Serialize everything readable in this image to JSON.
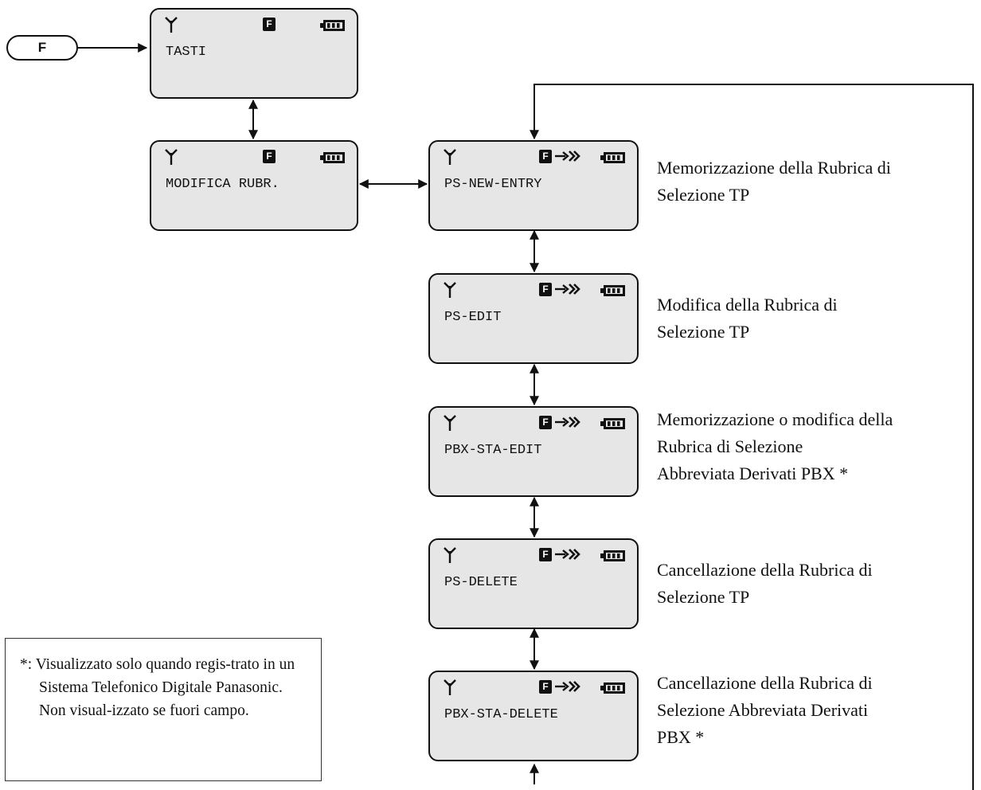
{
  "f_key": {
    "label": "F"
  },
  "screens": {
    "tasti": {
      "text": "TASTI",
      "f": "F"
    },
    "modifica_rubr": {
      "text": "MODIFICA RUBR.",
      "f": "F"
    },
    "ps_new_entry": {
      "text": "PS-NEW-ENTRY",
      "f": "F"
    },
    "ps_edit": {
      "text": "PS-EDIT",
      "f": "F"
    },
    "pbx_sta_edit": {
      "text": "PBX-STA-EDIT",
      "f": "F"
    },
    "ps_delete": {
      "text": "PS-DELETE",
      "f": "F"
    },
    "pbx_sta_delete": {
      "text": "PBX-STA-DELETE",
      "f": "F"
    }
  },
  "descriptions": {
    "ps_new_entry": {
      "lines": [
        "Memorizzazione della Rubrica di",
        "Selezione TP"
      ]
    },
    "ps_edit": {
      "lines": [
        "Modifica della Rubrica di",
        "Selezione TP"
      ]
    },
    "pbx_sta_edit": {
      "lines": [
        "Memorizzazione o modifica della",
        "Rubrica di Selezione",
        "Abbreviata Derivati PBX *"
      ]
    },
    "ps_delete": {
      "lines": [
        "Cancellazione della Rubrica di",
        "Selezione TP"
      ]
    },
    "pbx_sta_delete": {
      "lines": [
        "Cancellazione della Rubrica di",
        "Selezione Abbreviata Derivati",
        "PBX *"
      ]
    }
  },
  "footnote": {
    "text": "*: Visualizzato solo quando regis-trato in un Sistema Telefonico Digitale Panasonic. Non visual-izzato se fuori campo."
  },
  "icons": {
    "antenna": "antenna-icon",
    "function_mode": "f-mode-icon",
    "navigation": "navigation-arrow-icon",
    "battery": "battery-icon"
  }
}
